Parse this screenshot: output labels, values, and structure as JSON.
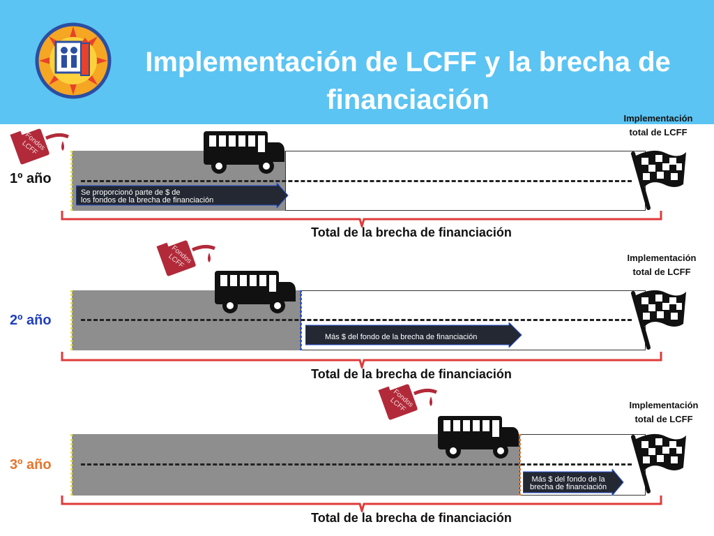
{
  "header": {
    "title_line1": "Implementación de LCFF y la brecha de",
    "title_line2": "financiación"
  },
  "icons": {
    "logo": "district-logo-icon",
    "bus": "school-bus-icon",
    "flag": "checkered-flag-icon",
    "fuel_can": "fuel-can-icon"
  },
  "colors": {
    "header": "#5bc4f2",
    "road": "#8e8e8e",
    "brace": "#e03a3a",
    "year1": "#111111",
    "year2": "#1f3fbf",
    "year3": "#e8742a",
    "fuel_can": "#b22a3a"
  },
  "rows": [
    {
      "year": "1º año",
      "fuel_label": "Fondos LCFF",
      "arrow_text": "Se proporcionó parte de $ de los fondos de la brecha de financiación",
      "arrow_line1": "Se proporcionó parte de $ de",
      "arrow_line2": "los fondos de la brecha de financiación",
      "total": "Total de la brecha de financiación",
      "impl_line1": "Implementación",
      "impl_line2": "total de LCFF"
    },
    {
      "year": "2º año",
      "fuel_label": "Fondos LCFF",
      "arrow_line1": "Más $ del fondo de la brecha de financiación",
      "total": "Total de la brecha de financiación",
      "impl_line1": "Implementación",
      "impl_line2": "total de LCFF"
    },
    {
      "year": "3º año",
      "fuel_label": "Fondos LCFF",
      "arrow_line1": "Más $ del fondo de la",
      "arrow_line2": "brecha de financiación",
      "total": "Total de la brecha de financiación",
      "impl_line1": "Implementación",
      "impl_line2": "total de LCFF"
    }
  ]
}
